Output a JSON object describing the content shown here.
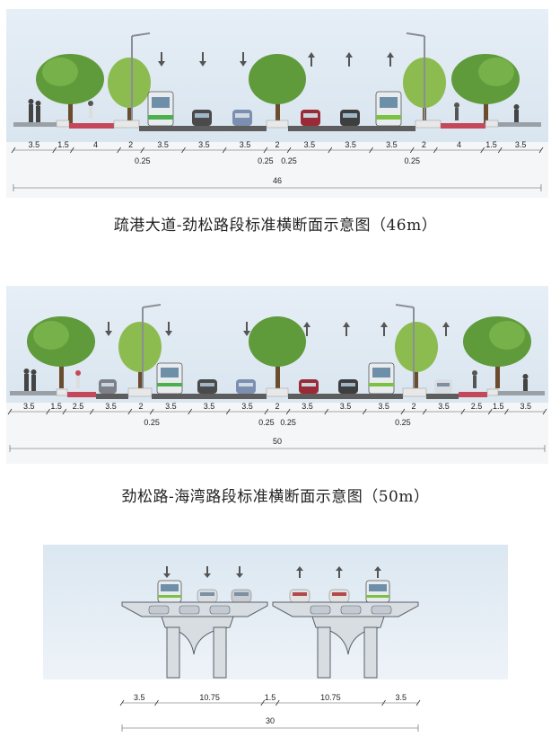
{
  "section1": {
    "caption": "疏港大道-劲松路段标准横断面示意图（46m）",
    "dims": [
      "3.5",
      "1.5",
      "4",
      "2",
      "3.5",
      "3.5",
      "3.5",
      "2",
      "3.5",
      "3.5",
      "3.5",
      "2",
      "4",
      "1.5",
      "3.5"
    ],
    "subdims": [
      "0.25",
      "0.25",
      "0.25",
      "0.25"
    ],
    "total": "46"
  },
  "section2": {
    "caption": "劲松路-海湾路段标准横断面示意图（50m）",
    "dims": [
      "3.5",
      "1.5",
      "2.5",
      "3.5",
      "2",
      "3.5",
      "3.5",
      "3.5",
      "2",
      "3.5",
      "3.5",
      "3.5",
      "2",
      "3.5",
      "2.5",
      "1.5",
      "3.5"
    ],
    "subdims": [
      "0.25",
      "0.25",
      "0.25",
      "0.25"
    ],
    "total": "50"
  },
  "section3": {
    "dims": [
      "3.5",
      "10.75",
      "1.5",
      "10.75",
      "3.5"
    ],
    "total": "30"
  },
  "colors": {
    "sky": "#dfe9f2",
    "bike_lane": "#c4485a",
    "asphalt": "#5d5d5d",
    "tree": "#5d9a38",
    "bridge": "#d8dde2"
  }
}
